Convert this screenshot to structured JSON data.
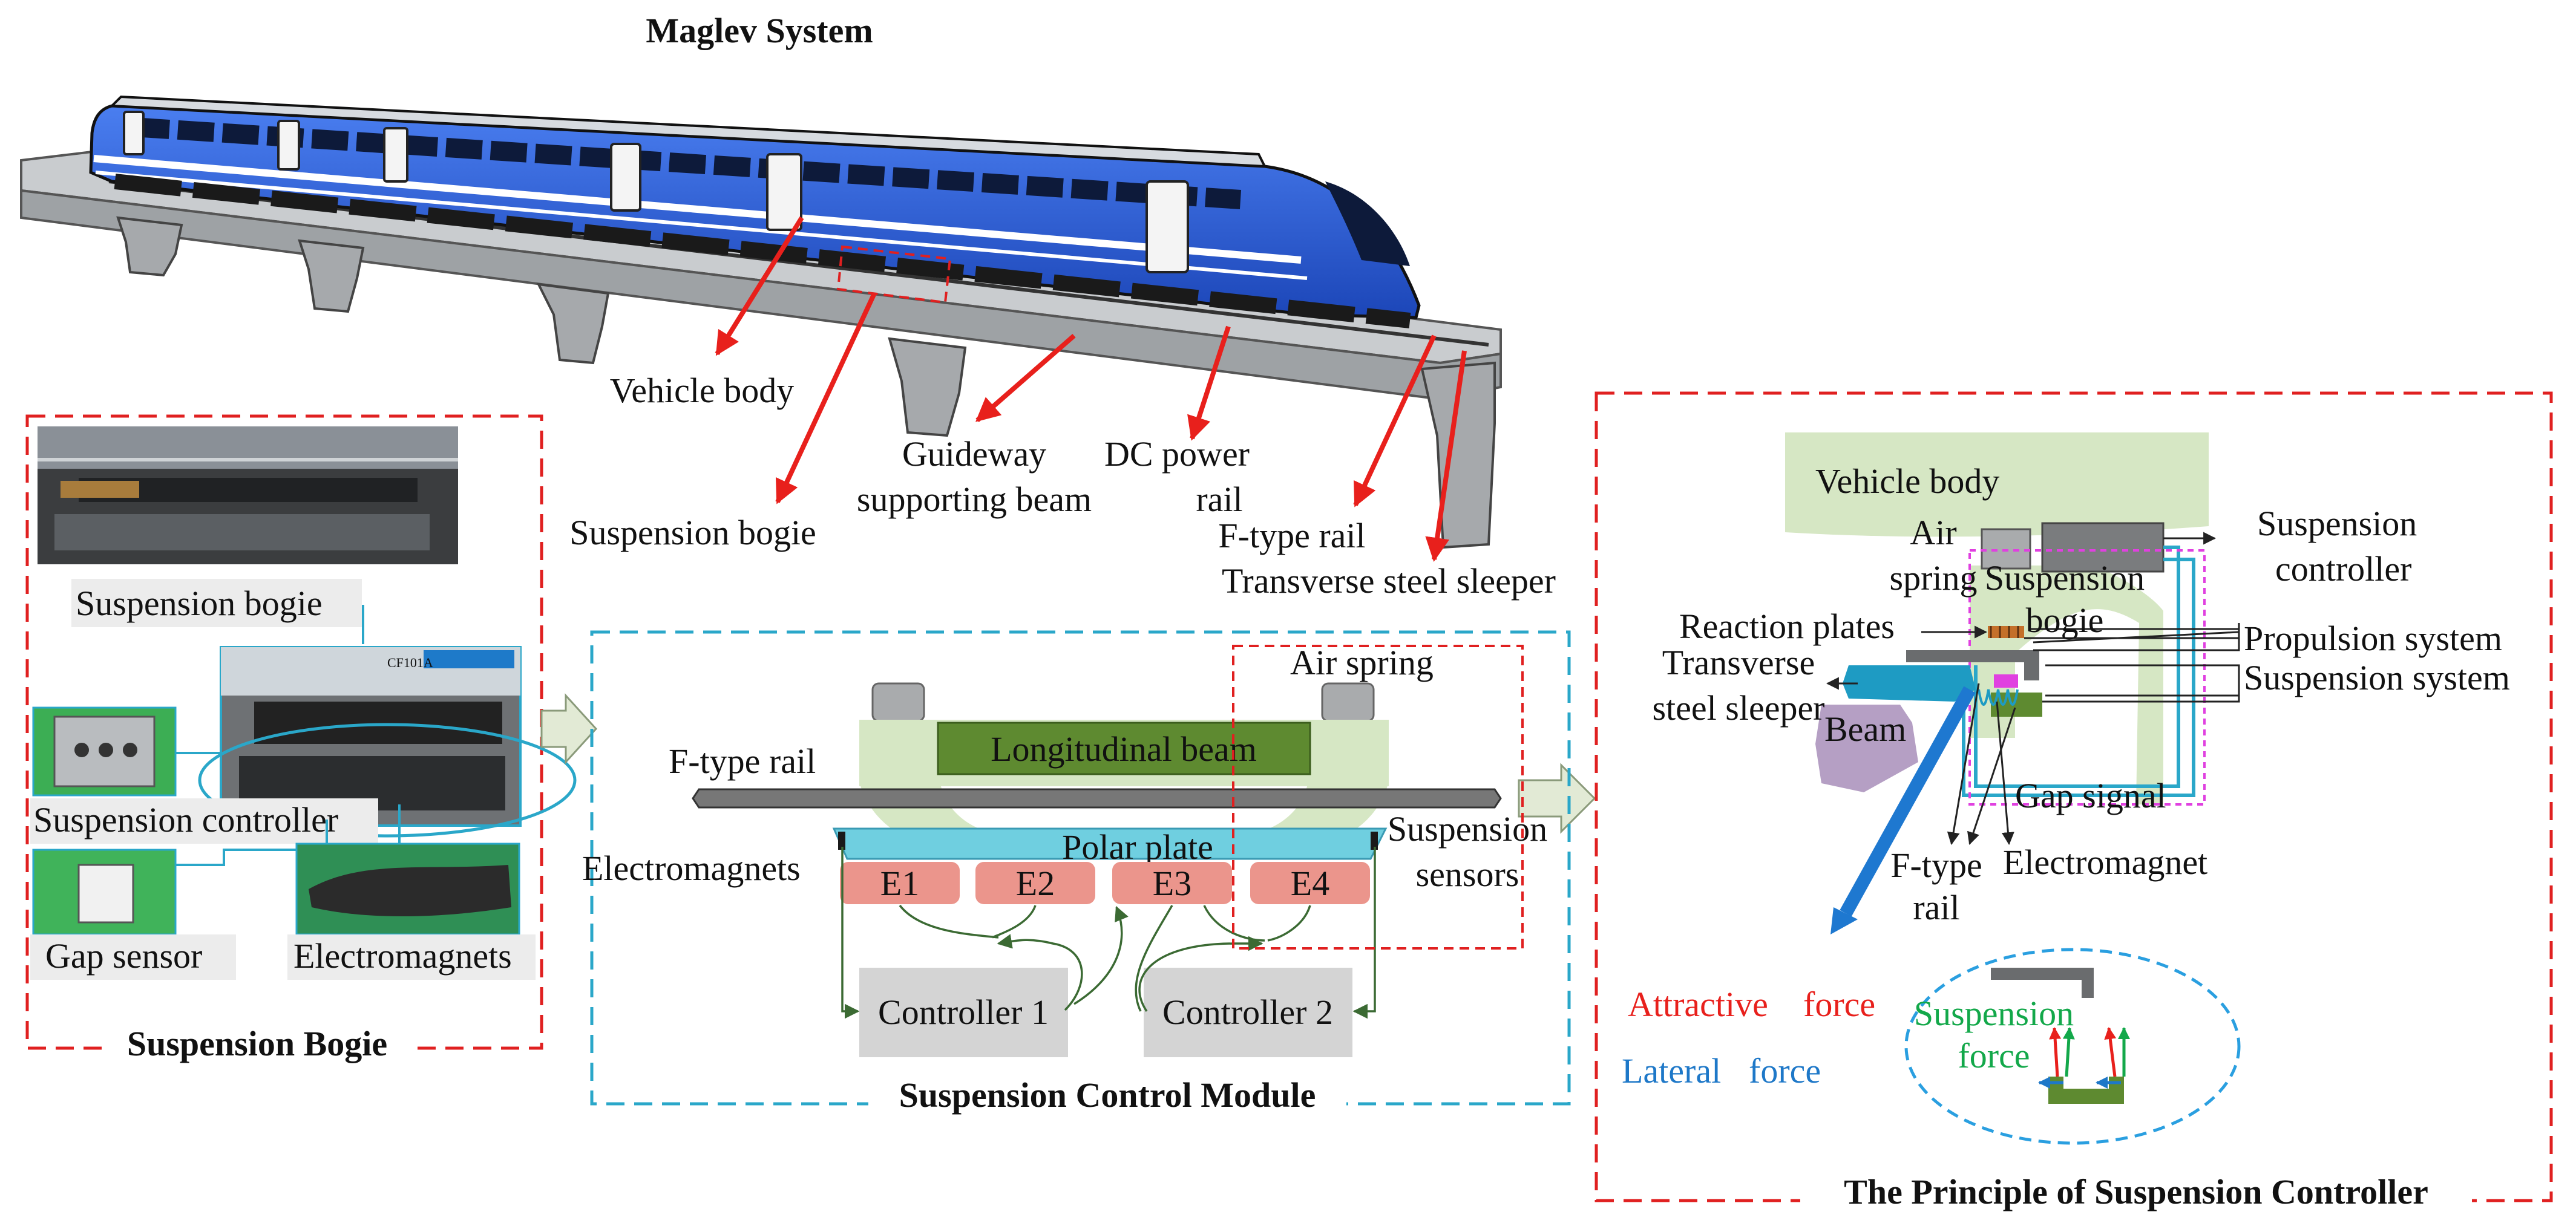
{
  "titles": {
    "system": "Maglev System",
    "bogie": "Suspension Bogie",
    "module": "Suspension Control Module",
    "principle": "The Principle of Suspension Controller"
  },
  "train_labels": {
    "vehicle_body": "Vehicle body",
    "suspension_bogie": "Suspension bogie",
    "guideway_line1": "Guideway",
    "guideway_line2": "supporting beam",
    "dc_line1": "DC power",
    "dc_line2": "rail",
    "ftype_rail": "F-type rail",
    "sleeper": "Transverse steel sleeper"
  },
  "bogie_labels": {
    "suspension_bogie": "Suspension bogie",
    "suspension_controller": "Suspension controller",
    "gap_sensor": "Gap sensor",
    "electromagnets": "Electromagnets",
    "plate_text": "CF101A"
  },
  "module_labels": {
    "air_spring": "Air spring",
    "longitudinal_beam": "Longitudinal beam",
    "ftype_rail": "F-type rail",
    "polar_plate": "Polar plate",
    "electromagnets": "Electromagnets",
    "sensors_line1": "Suspension",
    "sensors_line2": "sensors",
    "magnets": [
      "E1",
      "E2",
      "E3",
      "E4"
    ],
    "controller1": "Controller 1",
    "controller2": "Controller 2"
  },
  "principle_labels": {
    "vehicle_body": "Vehicle body",
    "air_line1": "Air",
    "air_line2": "spring",
    "bogie_line1": "Suspension",
    "bogie_line2": "bogie",
    "controller_line1": "Suspension",
    "controller_line2": "controller",
    "reaction_plates": "Reaction plates",
    "propulsion": "Propulsion system",
    "suspension_system": "Suspension system",
    "sleeper_line1": "Transverse",
    "sleeper_line2": "steel sleeper",
    "beam": "Beam",
    "gap_signal": "Gap signal",
    "ftype_line1": "F-type",
    "ftype_line2": "rail",
    "electromagnet": "Electromagnet",
    "attractive": "Attractive",
    "force1": "force",
    "suspension_force_line1": "Suspension",
    "suspension_force_line2": "force",
    "lateral": "Lateral",
    "force2": "force"
  },
  "colors": {
    "train_blue": "#2a5fd8",
    "dashed_red": "#e02020",
    "dashed_cyan": "#2aa7c9",
    "arrow_red": "#e8201c",
    "beam_green": "#5e8a30",
    "light_green": "#d6e7c4",
    "polar_cyan": "#6fcfe0",
    "magnet_pink": "#eb958c",
    "controller_gray": "#d4d4d4"
  }
}
